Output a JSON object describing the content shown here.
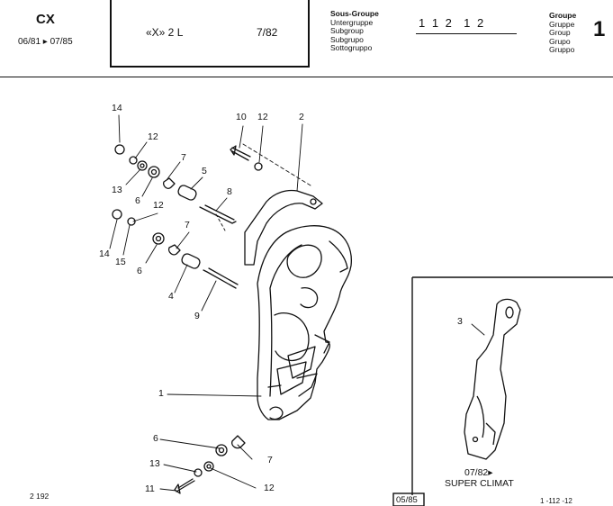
{
  "header": {
    "model": "CX",
    "period": "06/81 ▸ 07/85",
    "engine": "«X» 2 L",
    "date": "7/82",
    "subgroup_labels": [
      "Sous-Groupe",
      "Untergruppe",
      "Subgroup",
      "Subgrupo",
      "Sottogruppo"
    ],
    "subgroup_number": "1 1 2  1 2",
    "group_labels": [
      "Groupe",
      "Gruppe",
      "Group",
      "Grupo",
      "Gruppo"
    ],
    "group_number": "1"
  },
  "callouts": [
    "14",
    "12",
    "13",
    "6",
    "7",
    "5",
    "8",
    "10",
    "12",
    "2",
    "7",
    "12",
    "14",
    "15",
    "6",
    "4",
    "9",
    "1",
    "3",
    "6",
    "7",
    "13",
    "12",
    "11"
  ],
  "inset": {
    "caption_line1": "07/82▸",
    "caption_line2": "SUPER CLIMAT",
    "stamp": "05/85"
  },
  "footer": {
    "left_code": "2 192",
    "right_code": "1 -112 -12"
  },
  "colors": {
    "ink": "#111111",
    "paper": "#ffffff"
  }
}
